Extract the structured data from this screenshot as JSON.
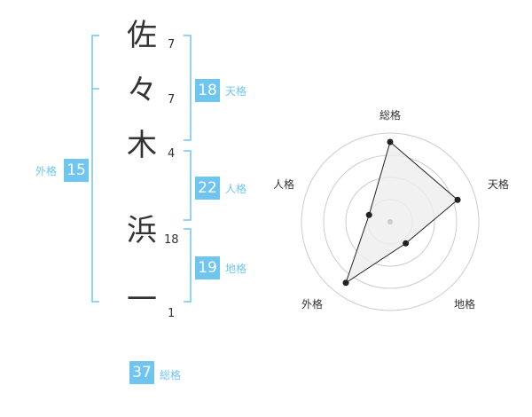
{
  "colors": {
    "accent": "#6ec6f0",
    "text": "#333333",
    "fill": "#eeeeee",
    "ring": "#cccccc"
  },
  "name": {
    "chars": [
      {
        "char": "佐",
        "strokes": "7"
      },
      {
        "char": "々",
        "strokes": "7"
      },
      {
        "char": "木",
        "strokes": "4"
      },
      {
        "char": "浜",
        "strokes": "18"
      },
      {
        "char": "一",
        "strokes": "1"
      }
    ]
  },
  "kakusu": {
    "tenkaku": {
      "value": "18",
      "label": "天格"
    },
    "jinkaku": {
      "value": "22",
      "label": "人格"
    },
    "chikaku": {
      "value": "19",
      "label": "地格"
    },
    "gaikaku": {
      "value": "15",
      "label": "外格"
    },
    "soukaku": {
      "value": "37",
      "label": "総格"
    }
  },
  "chart_data": {
    "type": "radar",
    "axes": [
      "総格",
      "天格",
      "地格",
      "外格",
      "人格"
    ],
    "values": [
      0.9,
      0.8,
      0.3,
      0.85,
      0.25
    ],
    "rings": 4,
    "grid": true
  }
}
